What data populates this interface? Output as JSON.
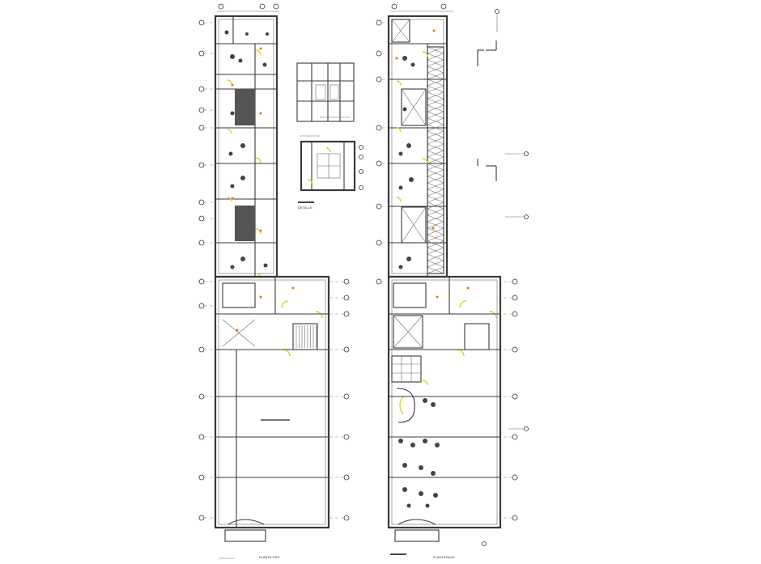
{
  "drawing": {
    "sheets": [
      {
        "id": "plan-left",
        "title_label": "PLANTA TIPO"
      },
      {
        "id": "plan-right",
        "title_label": "PLANTA BAJA"
      }
    ],
    "detail_title": "DETALLE",
    "colors": {
      "line": "#3a3a3a",
      "door": "#e8cf2a",
      "marker": "#e07b16",
      "fill": "#555555"
    }
  }
}
